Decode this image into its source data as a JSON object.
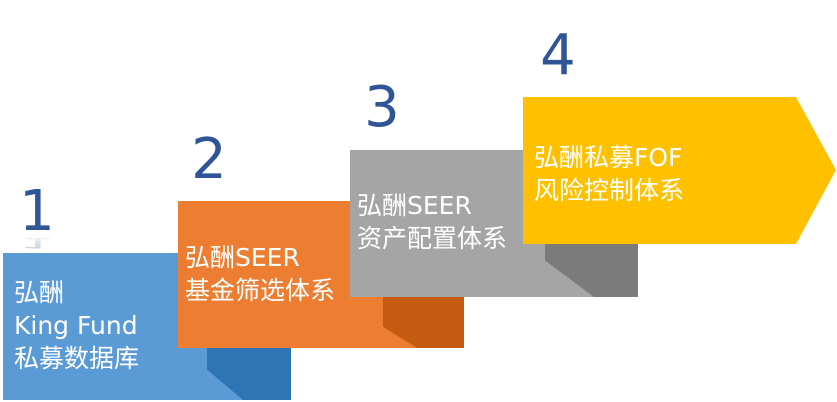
{
  "steps": [
    {
      "number": "1",
      "lines": [
        "弘酬",
        "King Fund",
        "私募数据库"
      ],
      "color": "#5b9bd5",
      "shade": "#2e75b6",
      "number_color": "#2f5597"
    },
    {
      "number": "2",
      "lines": [
        "弘酬SEER",
        "基金筛选体系"
      ],
      "color": "#ed7d31",
      "shade": "#c55a11",
      "number_color": "#2f5597"
    },
    {
      "number": "3",
      "lines": [
        "弘酬SEER",
        "资产配置体系"
      ],
      "color": "#a5a5a5",
      "shade": "#7b7b7b",
      "number_color": "#2f5597"
    },
    {
      "number": "4",
      "lines": [
        "弘酬私募FOF",
        "风险控制体系"
      ],
      "color": "#ffc000",
      "shade": "#bf9000",
      "number_color": "#2f5597"
    }
  ]
}
